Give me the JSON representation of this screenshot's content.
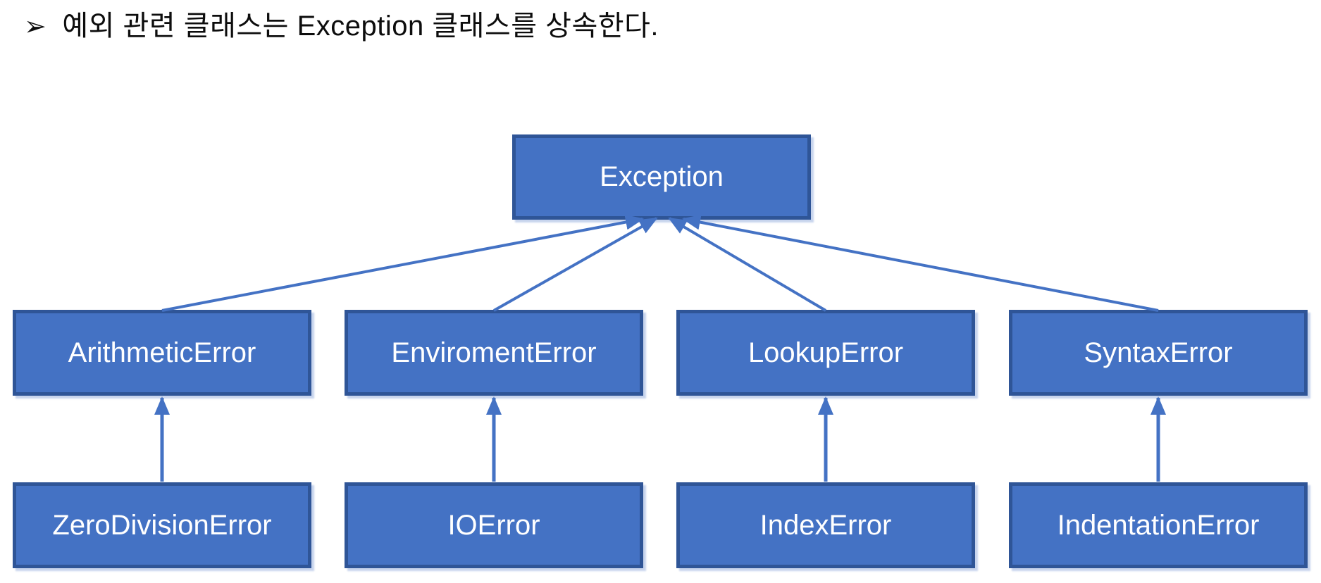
{
  "title": {
    "bullet": "➢",
    "text": "예외 관련 클래스는 Exception 클래스를 상속한다."
  },
  "colors": {
    "background": "#FFFFFF",
    "box_fill": "#4472C4",
    "box_border": "#2F5597",
    "connector": "#4472C4",
    "box_text": "#FFFFFF",
    "title_text": "#0D0D0D"
  },
  "hierarchy": {
    "root": "Exception",
    "level2": [
      "ArithmeticError",
      "EnviromentError",
      "LookupError",
      "SyntaxError"
    ],
    "level3": [
      "ZeroDivisionError",
      "IOError",
      "IndexError",
      "IndentationError"
    ],
    "relations": [
      {
        "from": "ArithmeticError",
        "to": "Exception"
      },
      {
        "from": "EnviromentError",
        "to": "Exception"
      },
      {
        "from": "LookupError",
        "to": "Exception"
      },
      {
        "from": "SyntaxError",
        "to": "Exception"
      },
      {
        "from": "ZeroDivisionError",
        "to": "ArithmeticError"
      },
      {
        "from": "IOError",
        "to": "EnviromentError"
      },
      {
        "from": "IndexError",
        "to": "LookupError"
      },
      {
        "from": "IndentationError",
        "to": "SyntaxError"
      }
    ]
  }
}
